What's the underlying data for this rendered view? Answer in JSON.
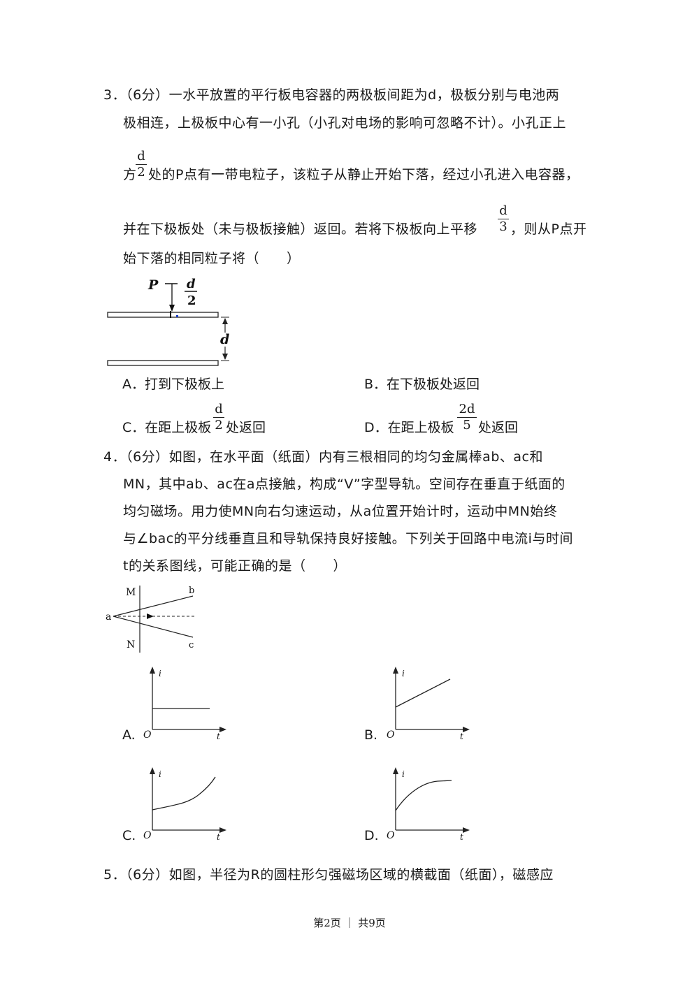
{
  "q3": {
    "number": "3．",
    "line1": "（6分）一水平放置的平行板电容器的两极板间距为d，极板分别与电池两",
    "line2": "极相连，上极板中心有一小孔（小孔对电场的影响可忽略不计）。小孔正上",
    "line3_pre": "方",
    "line3_post": "处的P点有一带电粒子，该粒子从静止开始下落，经过小孔进入电容器，",
    "line4_pre": "并在下极板处（未与极板接触）返回。若将下极板向上平移",
    "line4_post": "，则从P点开",
    "line5": "始下落的相同粒子将（　　）",
    "frac_d2": {
      "num": "d",
      "den": "2"
    },
    "frac_d3": {
      "num": "d",
      "den": "3"
    },
    "figure": {
      "label_p": "P",
      "label_d2_num": "d",
      "label_d2_den": "2",
      "label_d": "d"
    },
    "options": {
      "a": "A．打到下极板上",
      "b": "B．在下极板处返回",
      "c_pre": "C．在距上极板",
      "c_post": "处返回",
      "c_frac": {
        "num": "d",
        "den": "2"
      },
      "d_pre": "D．在距上极板",
      "d_post": "处返回",
      "d_frac": {
        "num": "2d",
        "den": "5"
      }
    }
  },
  "q4": {
    "number": "4．",
    "line1": "（6分）如图，在水平面（纸面）内有三根相同的均匀金属棒ab、ac和",
    "line2": "MN，其中ab、ac在a点接触，构成“V”字型导轨。空间存在垂直于纸面的",
    "line3": "均匀磁场。用力使MN向右匀速运动，从a位置开始计时，运动中MN始终",
    "line4": "与∠bac的平分线垂直且和导轨保持良好接触。下列关于回路中电流i与时间",
    "line5": "t的关系图线，可能正确的是（　　）",
    "figure": {
      "m": "M",
      "n": "N",
      "a": "a",
      "b": "b",
      "c": "c"
    },
    "graph_labels": {
      "y": "i",
      "x": "t",
      "origin": "O"
    },
    "options": {
      "a": "A.",
      "b": "B.",
      "c": "C.",
      "d": "D."
    }
  },
  "q5": {
    "number": "5．",
    "line1": "（6分）如图，半径为R的圆柱形匀强磁场区域的横截面（纸面），磁感应"
  },
  "footer": "第2页 ｜ 共9页"
}
